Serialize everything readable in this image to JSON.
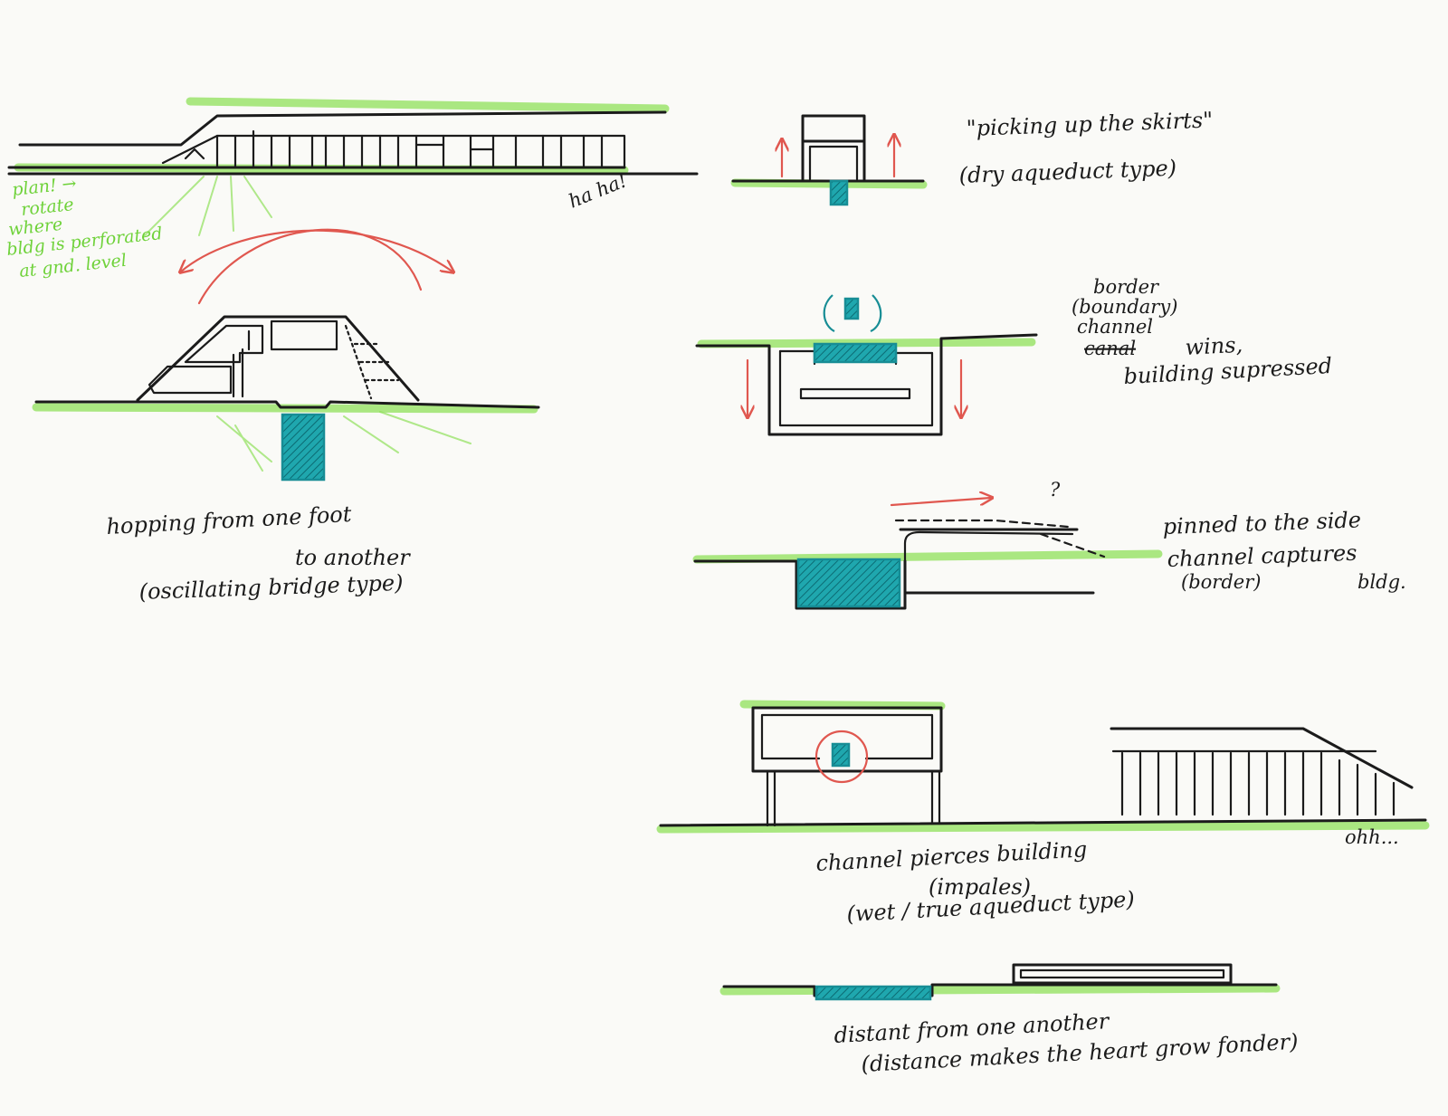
{
  "annotations": {
    "plan_note": [
      "plan! →",
      "rotate",
      "where",
      "bldg is perforated",
      "at gnd. level"
    ],
    "haha": "ha ha!",
    "ohh": "ohh...",
    "question": "?"
  },
  "sketches": [
    {
      "id": "oscillating-bridge",
      "caption": [
        "hopping from one foot",
        "to another",
        "(oscillating bridge type)"
      ]
    },
    {
      "id": "dry-aqueduct",
      "caption": [
        "\"picking up the skirts\"",
        "(dry aqueduct type)"
      ]
    },
    {
      "id": "border-wins",
      "caption": [
        "border",
        "(boundary)",
        "channel",
        "canal",
        "wins,",
        "building supressed"
      ]
    },
    {
      "id": "pinned-side",
      "caption": [
        "pinned to the side",
        "channel captures",
        "(border)",
        "bldg."
      ]
    },
    {
      "id": "wet-aqueduct",
      "caption": [
        "channel pierces building",
        "(impales)",
        "(wet / true aqueduct type)"
      ]
    },
    {
      "id": "distant",
      "caption": [
        "distant from one another",
        "(distance makes the heart grow fonder)"
      ]
    }
  ],
  "colors": {
    "ink": "#1b1b1b",
    "ground_green": "#8fe05a",
    "water_teal": "#178d95",
    "arrow_red": "#e0574f"
  }
}
